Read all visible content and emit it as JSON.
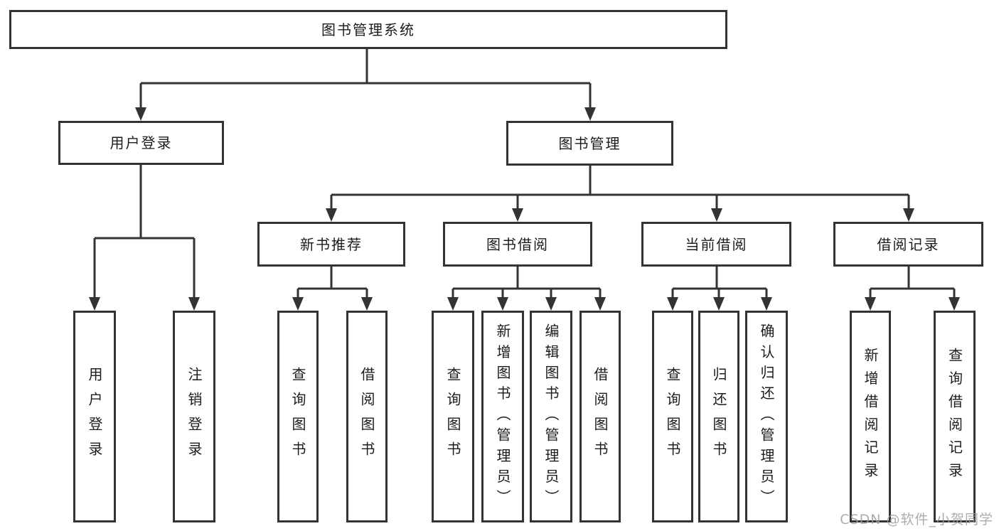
{
  "tree": {
    "label": "图书管理系统",
    "children": [
      {
        "label": "用户登录",
        "children": [
          {
            "label": "用户登录"
          },
          {
            "label": "注销登录"
          }
        ]
      },
      {
        "label": "图书管理",
        "children": [
          {
            "label": "新书推荐",
            "children": [
              {
                "label": "查询图书"
              },
              {
                "label": "借阅图书"
              }
            ]
          },
          {
            "label": "图书借阅",
            "children": [
              {
                "label": "查询图书"
              },
              {
                "label": "新增图书（管理员）"
              },
              {
                "label": "编辑图书（管理员）"
              },
              {
                "label": "借阅图书"
              }
            ]
          },
          {
            "label": "当前借阅",
            "children": [
              {
                "label": "查询图书"
              },
              {
                "label": "归还图书"
              },
              {
                "label": "确认归还（管理员）"
              }
            ]
          },
          {
            "label": "借阅记录",
            "children": [
              {
                "label": "新增借阅记录"
              },
              {
                "label": "查询借阅记录"
              }
            ]
          }
        ]
      }
    ]
  },
  "watermark": "CSDN @软件_小贺同学",
  "colors": {
    "line": "#333333",
    "box_border": "#333333",
    "background": "#ffffff",
    "text": "#1c1c1c",
    "watermark": "#9e9e9e"
  }
}
